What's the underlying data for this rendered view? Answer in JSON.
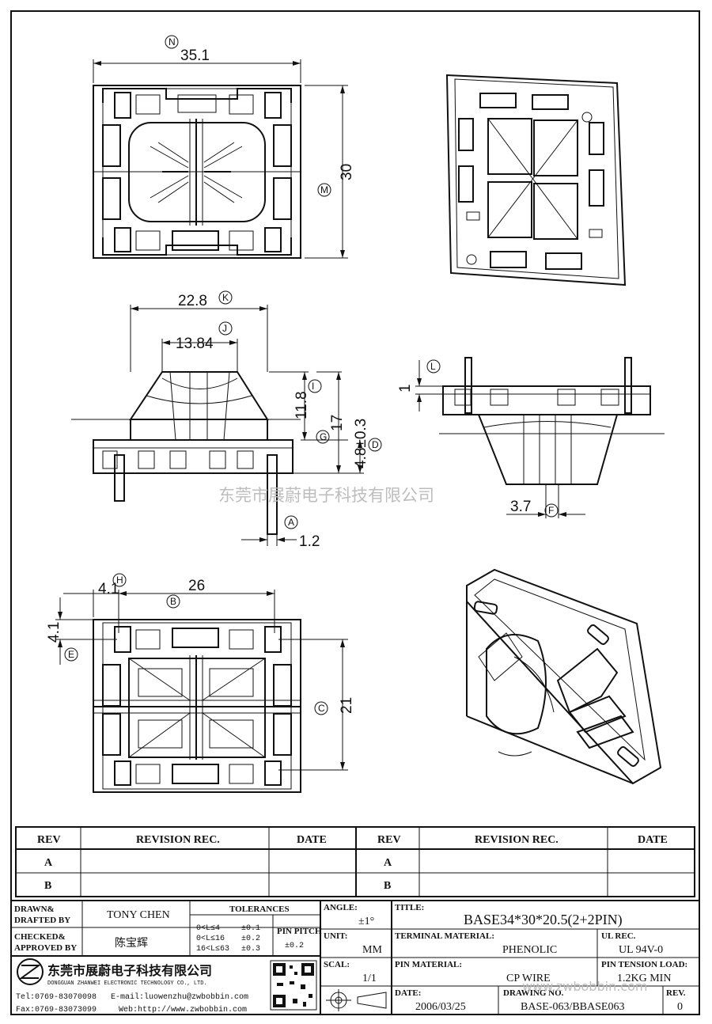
{
  "watermark_cn": "东莞市展蔚电子科技有限公司",
  "watermark_url": "www.zwbobbin.com",
  "dimensions": {
    "top_width": "35.1",
    "top_height": "30",
    "side_width": "22.8",
    "side_inner": "13.84",
    "side_h1": "11.8",
    "side_h2": "17",
    "side_h3": "4.8±0.3",
    "pin_w": "1.2",
    "right_l": "1",
    "right_f": "3.7",
    "bottom_h": "4.1",
    "bottom_w": "26",
    "bottom_e": "4.1",
    "bottom_c": "21"
  },
  "letters": [
    "N",
    "M",
    "K",
    "J",
    "I",
    "G",
    "D",
    "A",
    "L",
    "F",
    "H",
    "B",
    "E",
    "C"
  ],
  "revision_table": {
    "headers": [
      "REV",
      "REVISION REC.",
      "DATE",
      "REV",
      "REVISION REC.",
      "DATE"
    ],
    "rows": [
      [
        "A",
        "",
        "",
        "A",
        "",
        ""
      ],
      [
        "B",
        "",
        "",
        "B",
        "",
        ""
      ]
    ]
  },
  "title_block": {
    "drawn_label": "DRAWN&",
    "drafted_label": "DRAFTED BY",
    "drawn_by": "TONY CHEN",
    "checked_label": "CHECKED&",
    "approved_label": "APPROVED BY",
    "approved_by": "陈宝辉",
    "tolerances_label": "TOLERANCES",
    "tol_rows": [
      [
        "0<L≤4",
        "±0.1"
      ],
      [
        "0<L≤16",
        "±0.2"
      ],
      [
        "16<L≤63",
        "±0.3"
      ]
    ],
    "pin_pitch_label": "PIN PITCH",
    "pin_pitch": "±0.2",
    "angle_label": "ANGLE:",
    "angle": "±1°",
    "unit_label": "UNIT:",
    "unit": "MM",
    "scale_label": "SCAL:",
    "scale": "1/1",
    "title_label": "TITLE:",
    "title": "BASE34*30*20.5(2+2PIN)",
    "terminal_material_label": "TERMINAL MATERIAL:",
    "terminal_material": "PHENOLIC",
    "ul_rec_label": "UL REC.",
    "ul_rec": "UL 94V-0",
    "pin_material_label": "PIN MATERIAL:",
    "pin_material": "CP WIRE",
    "pin_tension_label": "PIN TENSION LOAD:",
    "pin_tension": "1.2KG MIN",
    "date_label": "DATE:",
    "date": "2006/03/25",
    "drawing_no_label": "DRAWING NO.",
    "drawing_no": "BASE-063/BBASE063",
    "rev_label": "REV.",
    "rev": "0",
    "company_cn": "东莞市展蔚电子科技有限公司",
    "company_en": "DONGGUAN ZHANWEI ELECTRONIC TECHNOLOGY CO., LTD.",
    "tel": "Tel:0769-83070098",
    "email": "E-mail:luowenzhu@zwbobbin.com",
    "fax": "Fax:0769-83073099",
    "web": "Web:http://www.zwbobbin.com"
  }
}
